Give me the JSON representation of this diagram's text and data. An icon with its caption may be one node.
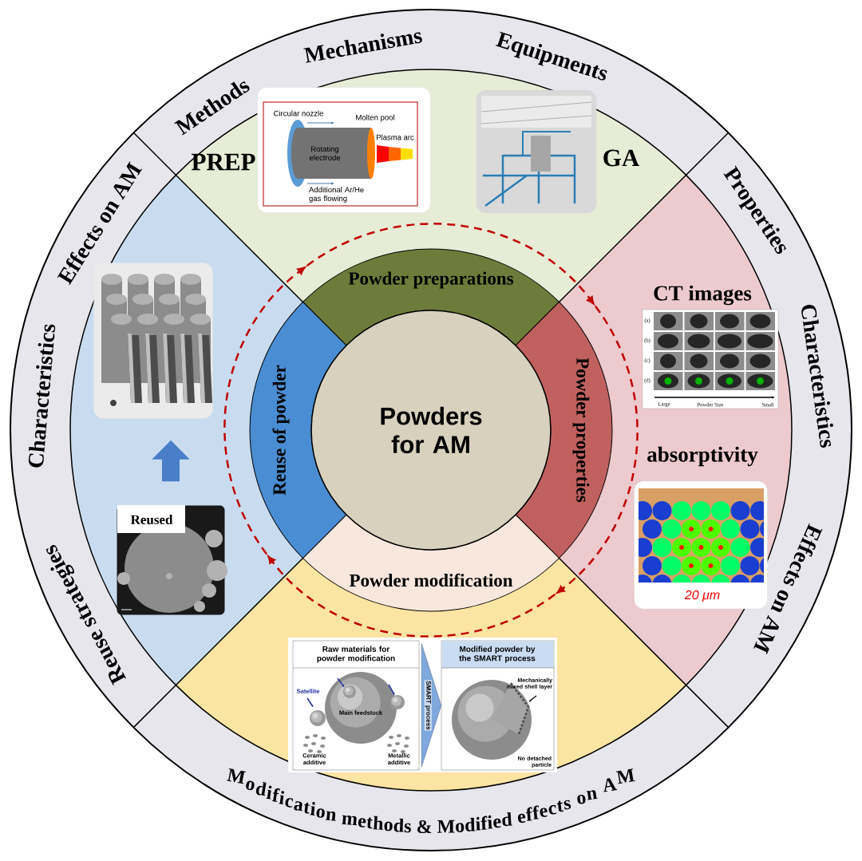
{
  "diagram": {
    "nodes": [
      {
        "text": [
          "Powders for AM"
        ]
      },
      {
        "text": [
          "Powder preparations"
        ]
      },
      {
        "text": [
          "Powder properties"
        ]
      },
      {
        "text": [
          "Powder modification"
        ]
      },
      {
        "text": [
          "Reuse of powder"
        ]
      },
      {
        "text": [
          "Circular nozzle",
          "Molten pool",
          "Rotating electrode",
          "Plasma arc",
          "Additional Ar/He gas flowing"
        ],
        "beside": [
          "PREP"
        ]
      },
      {
        "text": [],
        "shape": "picture",
        "beside": [
          "GA"
        ]
      },
      {
        "text": [
          "CT images",
          "(a)",
          "(b)",
          "(c)",
          "(d)",
          "Large",
          "Powder Size",
          "Small"
        ]
      },
      {
        "text": [
          "absorptivity",
          "20 μm"
        ]
      },
      {
        "text": [],
        "shape": "picture"
      },
      {
        "text": [
          "Reused"
        ]
      },
      {
        "text": [
          "Raw materials for powder modification",
          "Satellite",
          "Main feedstock",
          "Ceramic additive",
          "Metallic additive"
        ]
      },
      {
        "text": [
          "Modified powder by the SMART process",
          "Mechanically mixed shell layer",
          "No detached particle"
        ]
      }
    ],
    "edges": [
      {
        "from": 4,
        "to": 1,
        "arrow": "to",
        "style": "dashed",
        "color": "#c00000"
      },
      {
        "from": 1,
        "to": 2,
        "arrow": "to",
        "style": "dashed",
        "color": "#c00000"
      },
      {
        "from": 2,
        "to": 3,
        "arrow": "to",
        "style": "dashed",
        "color": "#c00000"
      },
      {
        "from": 3,
        "to": 4,
        "arrow": "to",
        "style": "dashed",
        "color": "#c00000"
      },
      {
        "from": 10,
        "to": 9,
        "arrow": "to",
        "style": "thick",
        "color": "#4a7fc8"
      },
      {
        "from": 11,
        "to": 12,
        "arrow": "to",
        "label": "SMART process",
        "color": "#7fa8dc"
      }
    ],
    "labels": [
      "Methods",
      "Mechanisms",
      "Equipments",
      "Properties",
      "Characteristics",
      "Effects on AM",
      "Modification methods & Modified effects on AM",
      "Reuse strategies",
      "Characteristics",
      "Effects on AM"
    ]
  }
}
